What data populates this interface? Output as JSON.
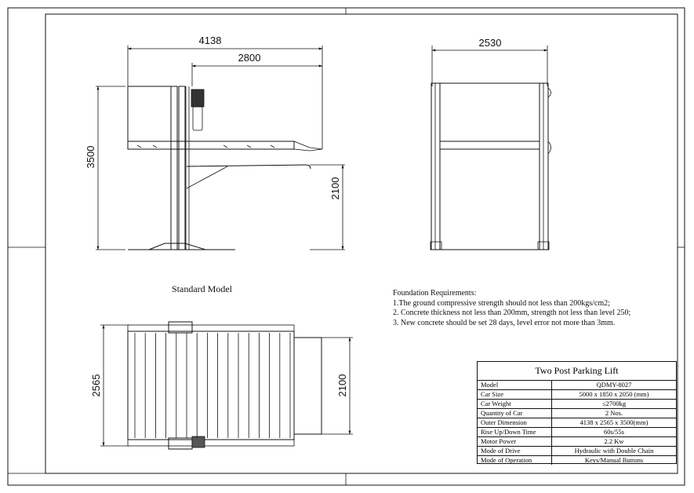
{
  "dimensions": {
    "front_width": "4138",
    "front_platform": "2800",
    "front_height": "3500",
    "front_rise": "2100",
    "side_width": "2530",
    "top_width": "2565",
    "top_depth": "2100"
  },
  "caption": "Standard Model",
  "foundation": {
    "title": "Foundation Requirements:",
    "items": [
      "1.The ground compressive strength should not less than 200kgs/cm2;",
      "2. Concrete thickness not less than 200mm, strength not less than level 250;",
      "3. New concrete should be set 28 days, level error not more than 3mm."
    ]
  },
  "spec_table": {
    "title": "Two Post Parking Lift",
    "rows": [
      {
        "label": "Model",
        "value": "QDMY-8027"
      },
      {
        "label": "Car Size",
        "value": "5000 x 1850 x 2050 (mm)"
      },
      {
        "label": "Car Weight",
        "value": "≤2700kg"
      },
      {
        "label": "Quantity of Car",
        "value": "2 Nos."
      },
      {
        "label": "Outer Dimension",
        "value": "4138 x 2565 x 3500(mm)"
      },
      {
        "label": "Rise Up/Down Time",
        "value": "60s/55s"
      },
      {
        "label": "Motor Power",
        "value": "2.2 Kw"
      },
      {
        "label": "Mode of Drive",
        "value": "Hydraulic with Double Chain"
      },
      {
        "label": "Mode of Operation",
        "value": "Keys/Manual Buttons"
      }
    ]
  }
}
